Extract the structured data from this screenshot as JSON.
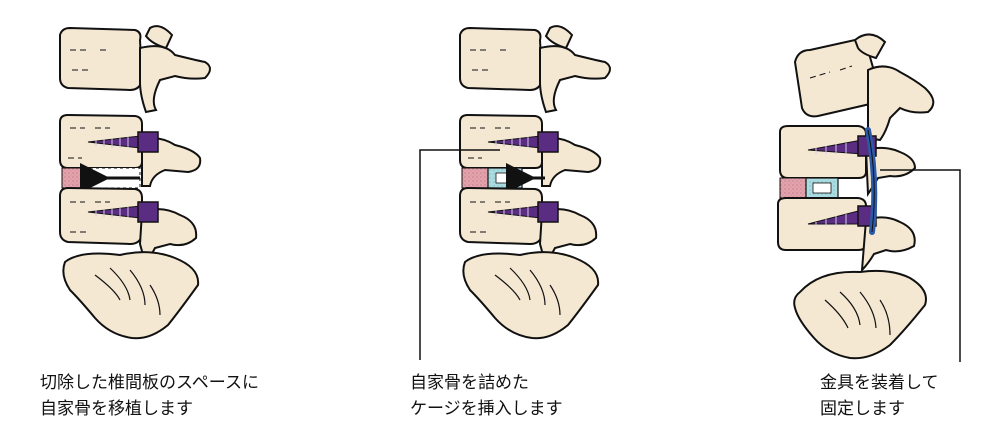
{
  "captions": {
    "step1": {
      "line1": "切除した椎間板のスペースに",
      "line2": "自家骨を移植します"
    },
    "step2": {
      "line1": "自家骨を詰めた",
      "line2": "ケージを挿入します"
    },
    "step3": {
      "line1": "金具を装着して",
      "line2": "固定します"
    }
  },
  "colors": {
    "bone": "#f5e8d2",
    "outline": "#111111",
    "screw": "#5a2d82",
    "graft": "#e2a3ad",
    "cage": "#a9dbe0",
    "rod": "#2b5aa8",
    "background": "#ffffff"
  }
}
